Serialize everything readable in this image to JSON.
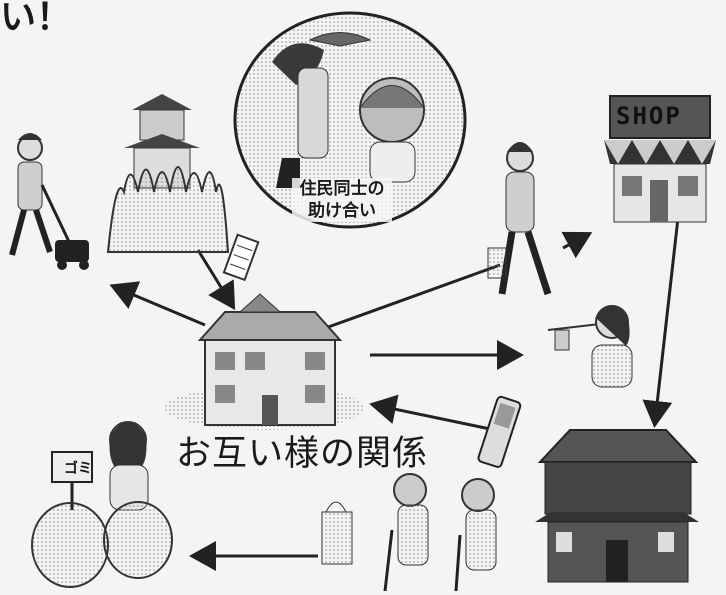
{
  "top_left_fragment": "い！",
  "center_caption": "お互い様の関係",
  "bubble_caption": {
    "line1": "住民同士の",
    "line2": "助け合い"
  },
  "shop_sign": "SHOP",
  "garbage_tag": "ゴミ",
  "colors": {
    "ink": "#1a1a1a",
    "paper": "#f4f4f4",
    "shade": "#bdbdbd"
  }
}
